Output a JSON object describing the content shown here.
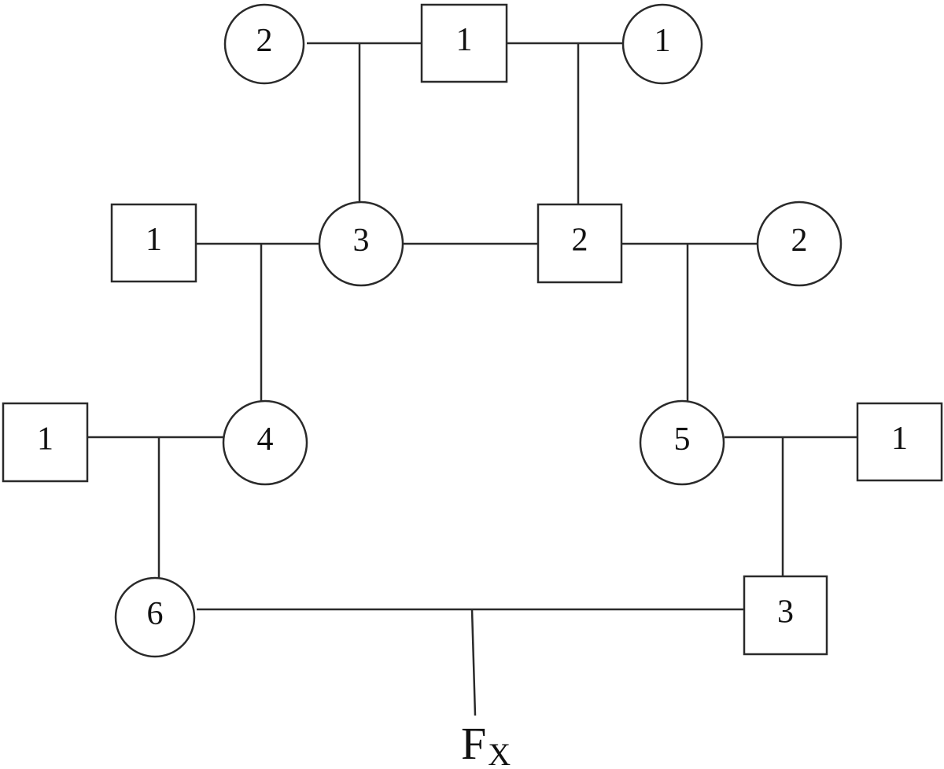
{
  "pedigree": {
    "nodes": [
      {
        "id": "g1-female-left",
        "sex": "female",
        "label": "2"
      },
      {
        "id": "g1-male",
        "sex": "male",
        "label": "1"
      },
      {
        "id": "g1-female-right",
        "sex": "female",
        "label": "1"
      },
      {
        "id": "g2-male-left",
        "sex": "male",
        "label": "1"
      },
      {
        "id": "g2-female",
        "sex": "female",
        "label": "3"
      },
      {
        "id": "g2-male",
        "sex": "male",
        "label": "2"
      },
      {
        "id": "g2-female-right",
        "sex": "female",
        "label": "2"
      },
      {
        "id": "g3-male-left",
        "sex": "male",
        "label": "1"
      },
      {
        "id": "g3-female-left",
        "sex": "female",
        "label": "4"
      },
      {
        "id": "g3-female-right",
        "sex": "female",
        "label": "5"
      },
      {
        "id": "g3-male-right",
        "sex": "male",
        "label": "1"
      },
      {
        "id": "g4-female",
        "sex": "female",
        "label": "6"
      },
      {
        "id": "g4-male",
        "sex": "male",
        "label": "3"
      }
    ],
    "matings": [
      {
        "partners": [
          "g1-female-left",
          "g1-male"
        ],
        "child": "g2-female"
      },
      {
        "partners": [
          "g1-male",
          "g1-female-right"
        ],
        "child": "g2-male"
      },
      {
        "partners": [
          "g2-male-left",
          "g2-female"
        ],
        "child": "g3-female-left"
      },
      {
        "partners": [
          "g2-female",
          "g2-male"
        ],
        "child": null
      },
      {
        "partners": [
          "g2-male",
          "g2-female-right"
        ],
        "child": "g3-female-right"
      },
      {
        "partners": [
          "g3-male-left",
          "g3-female-left"
        ],
        "child": "g4-female"
      },
      {
        "partners": [
          "g3-female-right",
          "g3-male-right"
        ],
        "child": "g4-male"
      },
      {
        "partners": [
          "g4-female",
          "g4-male"
        ],
        "child": "offspring"
      }
    ],
    "offspring": {
      "main": "F",
      "subscript": "X"
    }
  }
}
